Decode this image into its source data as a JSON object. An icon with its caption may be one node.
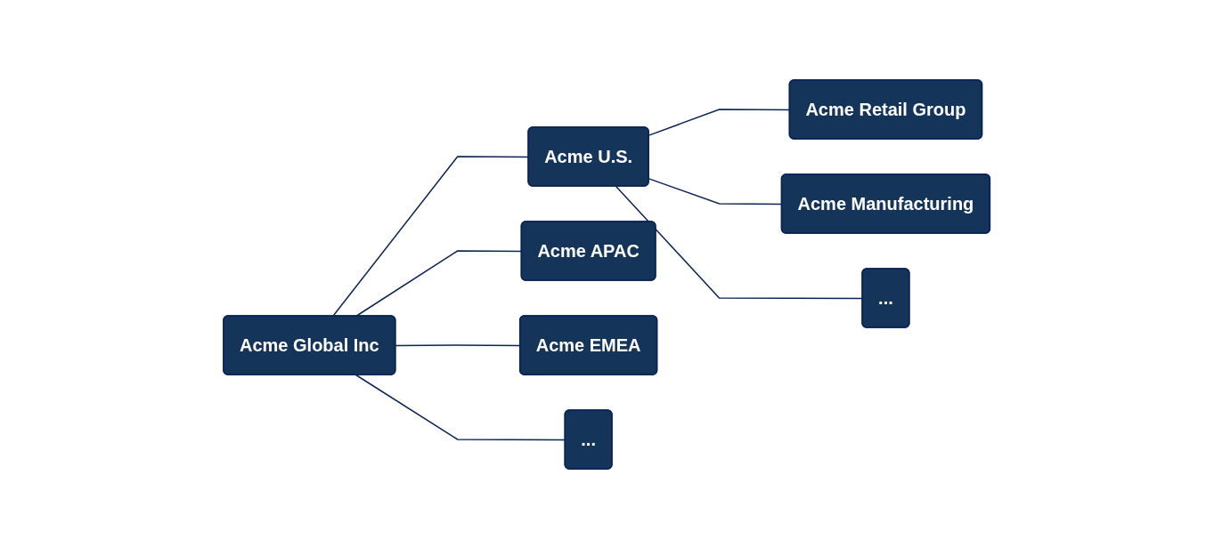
{
  "diagram": {
    "nodes": [
      {
        "text": [
          "Acme Global Inc"
        ]
      },
      {
        "text": [
          "Acme U.S."
        ]
      },
      {
        "text": [
          "Acme APAC"
        ]
      },
      {
        "text": [
          "Acme EMEA"
        ]
      },
      {
        "text": [
          "..."
        ]
      },
      {
        "text": [
          "Acme Retail Group"
        ]
      },
      {
        "text": [
          "Acme Manufacturing"
        ]
      },
      {
        "text": [
          "..."
        ]
      }
    ],
    "edges": [
      {
        "from": 0,
        "to": 1,
        "arrow": "none"
      },
      {
        "from": 0,
        "to": 2,
        "arrow": "none"
      },
      {
        "from": 0,
        "to": 3,
        "arrow": "none"
      },
      {
        "from": 0,
        "to": 4,
        "arrow": "none"
      },
      {
        "from": 1,
        "to": 5,
        "arrow": "none"
      },
      {
        "from": 1,
        "to": 6,
        "arrow": "none"
      },
      {
        "from": 1,
        "to": 7,
        "arrow": "none"
      }
    ]
  }
}
